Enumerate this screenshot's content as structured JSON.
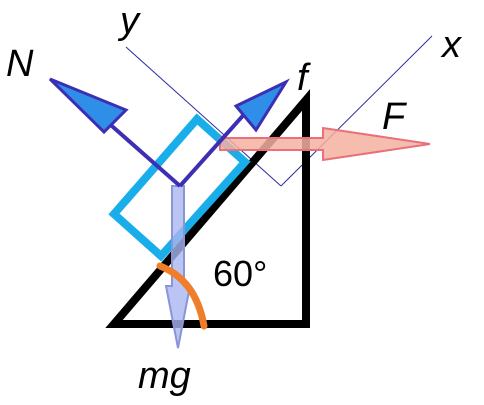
{
  "labels": {
    "normal_force": "N",
    "friction": "f",
    "applied_force": "F",
    "weight": "mg",
    "axis_x": "x",
    "axis_y": "y",
    "angle": "60°"
  },
  "colors": {
    "triangle": "#000000",
    "block": "#19aeea",
    "normal_arrow": "#2f6fd8",
    "normal_arrow_outline": "#3d2fb3",
    "friction_arrow": "#2f6fd8",
    "applied_arrow_fill": "#f4b0a0",
    "applied_arrow_outline": "#e8707a",
    "weight_arrow": "#a9b7f0",
    "weight_arrow_outline": "#8a95d8",
    "angle_arc": "#f07d2a",
    "axes": "#2b2f9e",
    "text": "#000000"
  }
}
